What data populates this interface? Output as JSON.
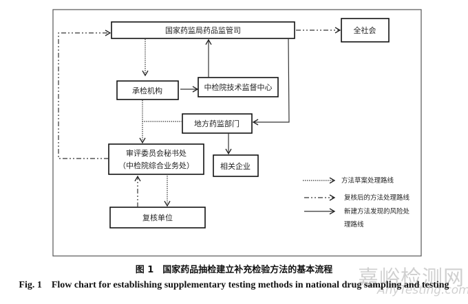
{
  "nodes": {
    "nmpa": "国家药监局药品监管司",
    "society": "全社会",
    "inspection_agency": "承检机构",
    "nifdc_center": "中检院技术监督中心",
    "local_fda": "地方药监部门",
    "review_office_line1": "审评委员会秘书处",
    "review_office_line2": "（中检院综合业务处）",
    "enterprise": "相关企业",
    "recheck_unit": "复核单位"
  },
  "legend": {
    "dotted": "方法草案处理路线",
    "dashdot": "复核后的方法处理路线",
    "solid_line1": "新建方法发现的风险处",
    "solid_line2": "理路线"
  },
  "caption": {
    "zh": "图 1　国家药品抽检建立补充检验方法的基本流程",
    "en": "Fig. 1　Flow chart for establishing supplementary testing methods in national drug sampling and testing"
  },
  "watermark": {
    "zh": "嘉峪检测网",
    "en": "AnyTesting.com"
  }
}
